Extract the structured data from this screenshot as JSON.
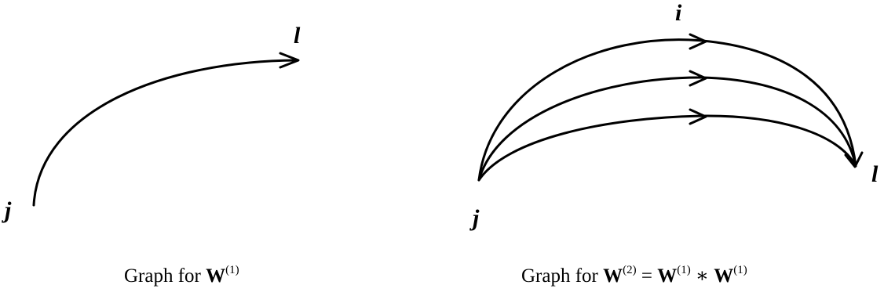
{
  "left_graph": {
    "nodes": {
      "j": "j",
      "l": "l"
    },
    "caption": {
      "prefix": "Graph for ",
      "matrix": "W",
      "power": "(1)"
    }
  },
  "right_graph": {
    "nodes": {
      "i": "i",
      "j": "j",
      "l": "l"
    },
    "caption": {
      "prefix": "Graph for ",
      "result_matrix": "W",
      "result_power": "(2)",
      "equals": " = ",
      "factor1_matrix": "W",
      "factor1_power": "(1)",
      "times": " ∗ ",
      "factor2_matrix": "W",
      "factor2_power": "(1)"
    }
  }
}
